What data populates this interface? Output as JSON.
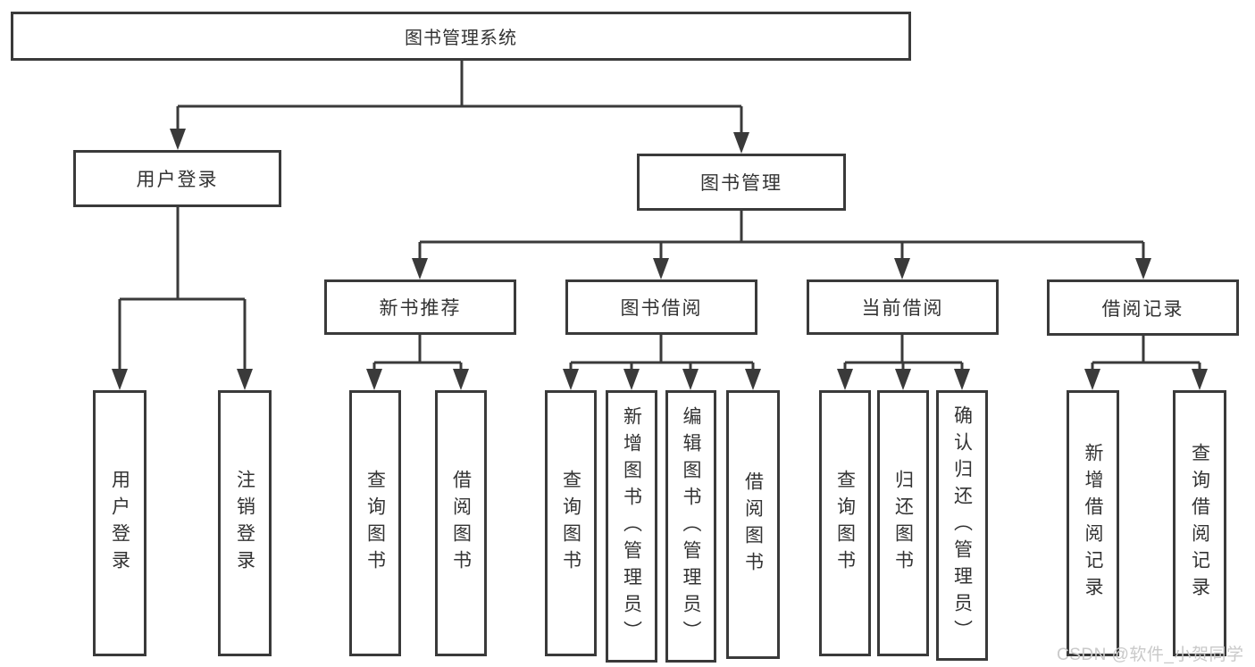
{
  "nodes": {
    "root": "图书管理系统",
    "user_login": "用户登录",
    "book_management": "图书管理",
    "new_book_recommendation": "新书推荐",
    "book_borrowing": "图书借阅",
    "current_borrowing": "当前借阅",
    "borrowing_records": "借阅记录"
  },
  "leaves": {
    "user_login": [
      "用户登录",
      "注销登录"
    ],
    "new_book_recommendation": [
      "查询图书",
      "借阅图书"
    ],
    "book_borrowing": [
      "查询图书",
      "新增图书（管理员）",
      "编辑图书（管理员）",
      "借阅图书"
    ],
    "current_borrowing": [
      "查询图书",
      "归还图书",
      "确认归还（管理员）"
    ],
    "borrowing_records": [
      "新增借阅记录",
      "查询借阅记录"
    ]
  },
  "watermark": "CSDN @软件_小贺同学",
  "colors": {
    "line": "#3a3a3a",
    "text": "#333333",
    "background": "#ffffff",
    "watermark": "#c9c9c9"
  }
}
